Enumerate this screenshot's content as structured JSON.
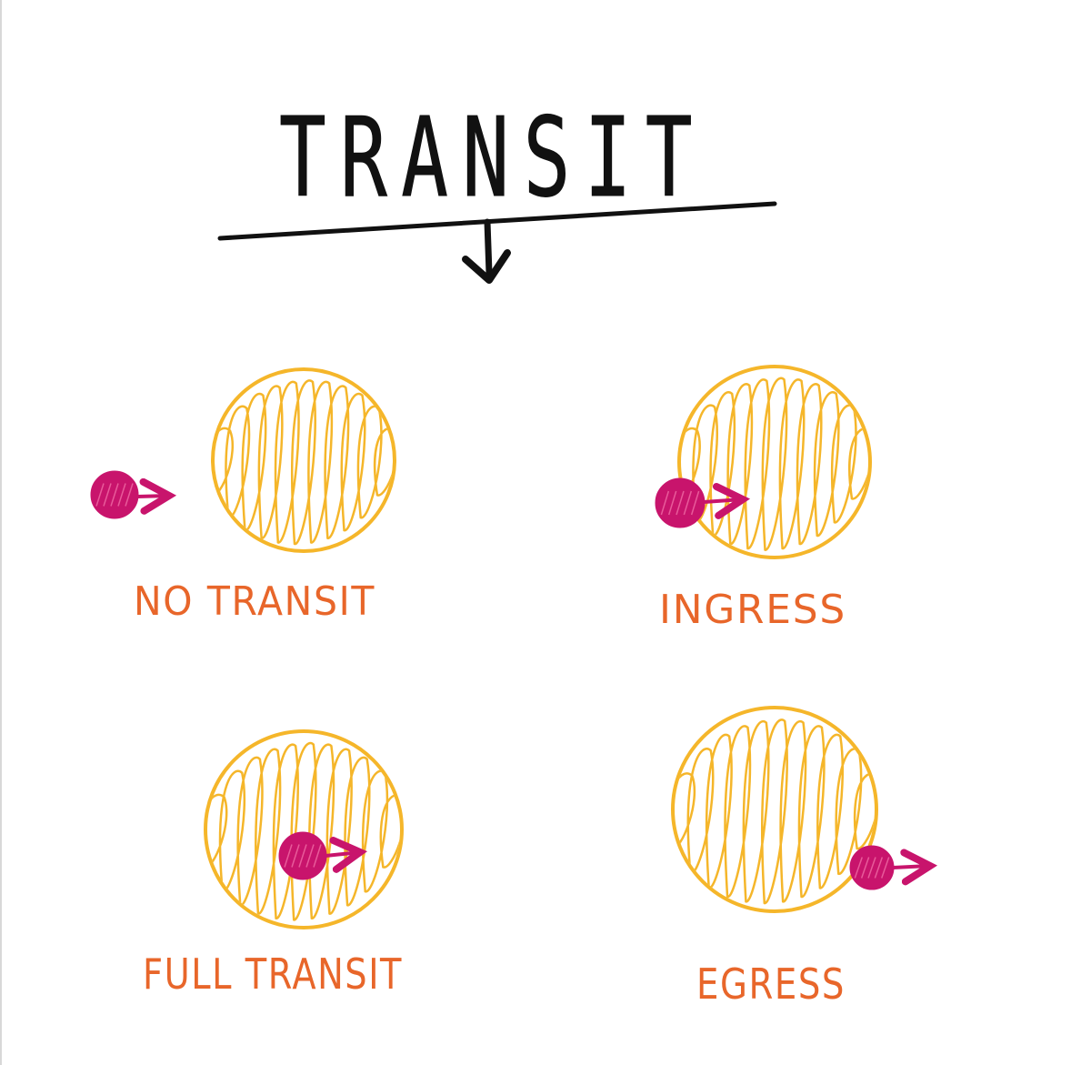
{
  "title": "TRANSIT",
  "colors": {
    "ink": "#111111",
    "star": "#f5b62a",
    "planet": "#c8146c",
    "label": "#e8662a"
  },
  "panels": [
    {
      "label": "NO TRANSIT"
    },
    {
      "label": "INGRESS"
    },
    {
      "label": "FULL TRANSIT"
    },
    {
      "label": "EGRESS"
    }
  ]
}
